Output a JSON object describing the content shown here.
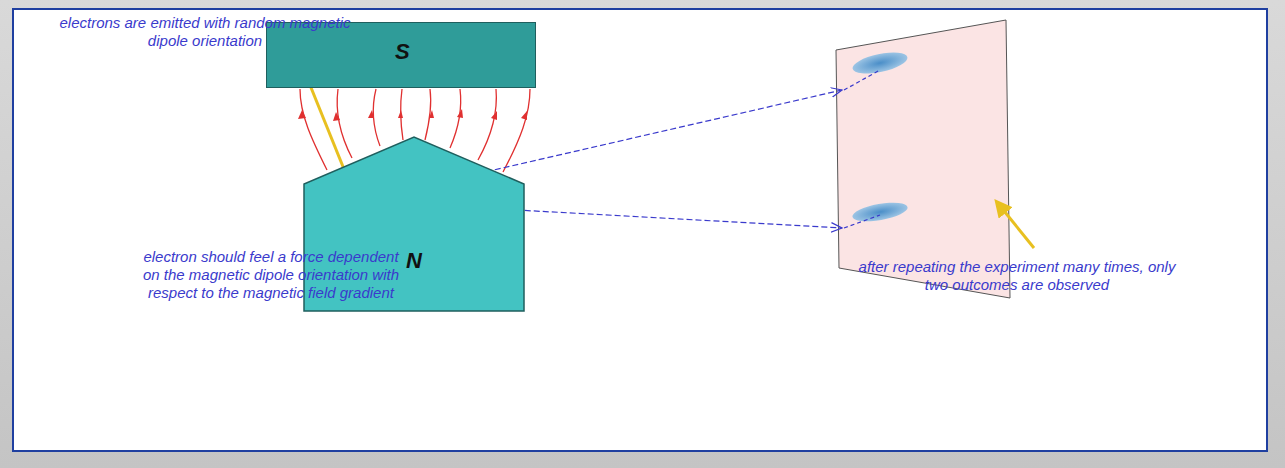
{
  "diagram": {
    "nodes": [
      {
        "text": [
          "S"
        ]
      },
      {
        "text": [
          "N"
        ]
      }
    ],
    "labels": [
      "electrons are emitted with random magnetic dipole orientation",
      "electron should feel a force dependent on the magnetic dipole orientation with respect to the magnetic field gradient",
      "after repeating the experiment many times, only two outcomes are observed"
    ]
  }
}
